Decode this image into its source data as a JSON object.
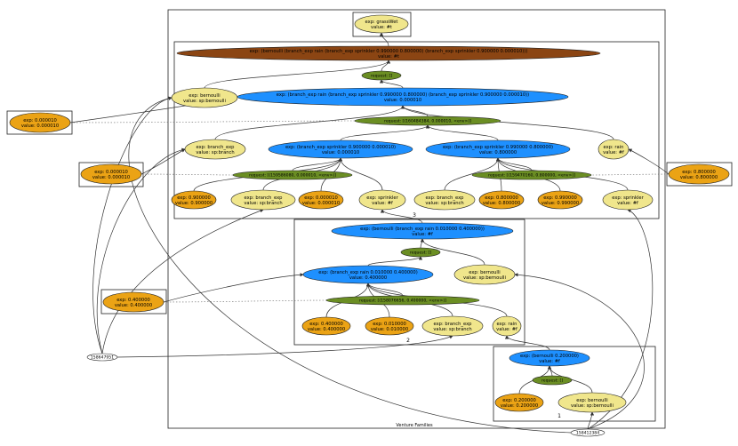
{
  "colors": {
    "yellow": "#f0e68c",
    "orange": "#eba315",
    "blue": "#1e90ff",
    "green": "#6b8e23",
    "brown": "#8b4513",
    "white": "#ffffff"
  },
  "title": "Venture Families",
  "cluster_labels": {
    "c1": "1",
    "c2": "2",
    "c3": "3"
  },
  "nodes": {
    "grasswet": {
      "l1": "exp: grassWet",
      "l2": "value: #t"
    },
    "top_brown": {
      "l1": "exp: (bernoulli (branch_exp rain (branch_exp sprinkler 0.990000 0.800000) (branch_exp sprinkler 0.900000 0.000010)))",
      "l2": "value: #t"
    },
    "req_top": {
      "l1": "request: []"
    },
    "bern3": {
      "l1": "exp: bernoulli",
      "l2": "value: sp:bernoulli"
    },
    "big_blue": {
      "l1": "exp: (branch_exp rain (branch_exp sprinkler 0.990000 0.800000) (branch_exp sprinkler 0.900000 0.000010))",
      "l2": "value: 0.000010"
    },
    "req_mid": {
      "l1": "request: [(160484384, 0.000010, <env>)]"
    },
    "be3a": {
      "l1": "exp: branch_exp",
      "l2": "value: sp:branch"
    },
    "bs1": {
      "l1": "exp: (branch_exp sprinkler 0.900000 0.000010)",
      "l2": "value: 0.000010"
    },
    "bs2": {
      "l1": "exp: (branch_exp sprinkler 0.990000 0.800000)",
      "l2": "value: 0.800000"
    },
    "rain3": {
      "l1": "exp: rain",
      "l2": "value: #f"
    },
    "req_l": {
      "l1": "request: [(159586080, 0.000010, <env>)]"
    },
    "req_r": {
      "l1": "request: [(159470160, 0.800000, <env>)]"
    },
    "n09": {
      "l1": "exp: 0.900000",
      "l2": "value: 0.900000"
    },
    "be3b": {
      "l1": "exp: branch_exp",
      "l2": "value: sp:branch"
    },
    "n000010": {
      "l1": "exp: 0.000010",
      "l2": "value: 0.000010"
    },
    "spr1": {
      "l1": "exp: sprinkler",
      "l2": "value: #f"
    },
    "be3c": {
      "l1": "exp: branch_exp",
      "l2": "value: sp:branch"
    },
    "n08": {
      "l1": "exp: 0.800000",
      "l2": "value: 0.800000"
    },
    "n099": {
      "l1": "exp: 0.990000",
      "l2": "value: 0.990000"
    },
    "spr2": {
      "l1": "exp: sprinkler",
      "l2": "value: #f"
    },
    "ext1": {
      "l1": "exp: 0.000010",
      "l2": "value: 0.000010"
    },
    "ext2": {
      "l1": "exp: 0.000010",
      "l2": "value: 0.000010"
    },
    "ext3": {
      "l1": "exp: 0.800000",
      "l2": "value: 0.800000"
    },
    "rain_top": {
      "l1": "exp: (bernoulli (branch_exp rain 0.010000 0.400000))",
      "l2": "value: #f"
    },
    "req2a": {
      "l1": "request: []"
    },
    "rain_be": {
      "l1": "exp: (branch_exp rain 0.010000 0.400000)",
      "l2": "value: 0.400000"
    },
    "bern2": {
      "l1": "exp: bernoulli",
      "l2": "value: sp:bernoulli"
    },
    "req2b": {
      "l1": "request: [(158076656, 0.400000, <env>)]"
    },
    "n04": {
      "l1": "exp: 0.400000",
      "l2": "value: 0.400000"
    },
    "n001": {
      "l1": "exp: 0.010000",
      "l2": "value: 0.010000"
    },
    "be2": {
      "l1": "exp: branch_exp",
      "l2": "value: sp:branch"
    },
    "rain2": {
      "l1": "exp: rain",
      "l2": "value: #f"
    },
    "ext4": {
      "l1": "exp: 0.400000",
      "l2": "value: 0.400000"
    },
    "bern_top1": {
      "l1": "exp: (bernoulli 0.200000)",
      "l2": "value: #f"
    },
    "req1": {
      "l1": "request: []"
    },
    "n02": {
      "l1": "exp: 0.200000",
      "l2": "value: 0.200000"
    },
    "bern1": {
      "l1": "exp: bernoulli",
      "l2": "value: sp:bernoulli"
    },
    "id_a": {
      "l1": "158647951"
    },
    "id_b": {
      "l1": "158412384"
    }
  }
}
